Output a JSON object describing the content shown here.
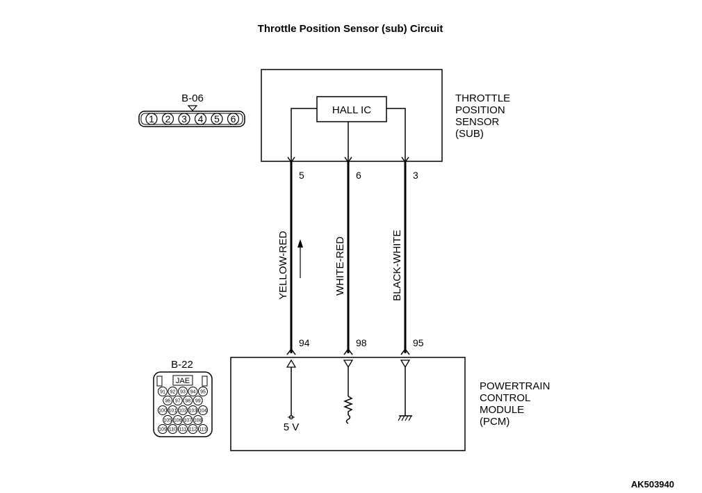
{
  "title": "Throttle Position Sensor (sub) Circuit",
  "sensor": {
    "name_lines": [
      "THROTTLE",
      "POSITION",
      "SENSOR",
      "(SUB)"
    ],
    "ic_label": "HALL IC"
  },
  "pcm": {
    "name_lines": [
      "POWERTRAIN",
      "CONTROL",
      "MODULE",
      "(PCM)"
    ],
    "supply_label": "5 V"
  },
  "connectors": {
    "b06": {
      "label": "B-06",
      "pins": [
        "1",
        "2",
        "3",
        "4",
        "5",
        "6"
      ]
    },
    "b22": {
      "label": "B-22",
      "maker": "JAE",
      "rows": [
        [
          "91",
          "92",
          "93",
          "94",
          "95"
        ],
        [
          "96",
          "97",
          "98",
          "99"
        ],
        [
          "100",
          "101",
          "102",
          "103",
          "104"
        ],
        [
          "105",
          "106",
          "107",
          "108"
        ],
        [
          "109",
          "110",
          "111",
          "112",
          "113"
        ]
      ]
    }
  },
  "wires": [
    {
      "color": "YELLOW-RED",
      "sensor_pin": "5",
      "pcm_pin": "94"
    },
    {
      "color": "WHITE-RED",
      "sensor_pin": "6",
      "pcm_pin": "98"
    },
    {
      "color": "BLACK-WHITE",
      "sensor_pin": "3",
      "pcm_pin": "95"
    }
  ],
  "figure_code": "AK503940"
}
